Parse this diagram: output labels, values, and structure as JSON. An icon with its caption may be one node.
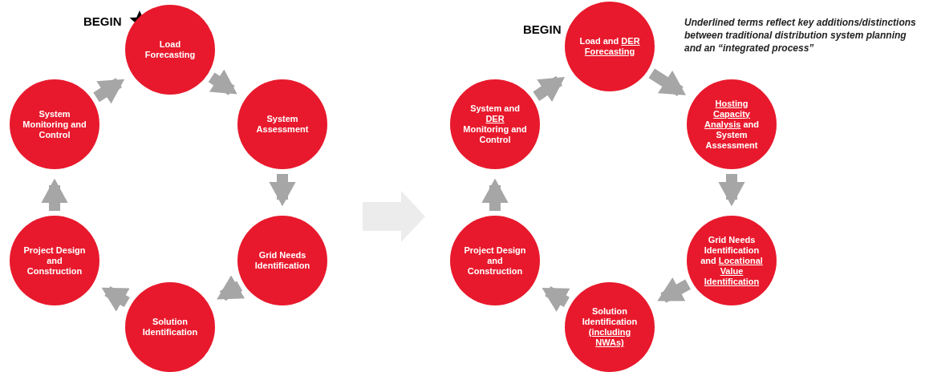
{
  "diagram": {
    "nodes": [
      {
        "text": [
          "Load Forecasting"
        ]
      },
      {
        "text": [
          "System Assessment"
        ]
      },
      {
        "text": [
          "Grid Needs Identification"
        ]
      },
      {
        "text": [
          "Solution Identification"
        ]
      },
      {
        "text": [
          "Project Design and Construction"
        ]
      },
      {
        "text": [
          "System Monitoring and Control"
        ]
      },
      {
        "text": [
          "Load and",
          "DER Forecasting"
        ]
      },
      {
        "text": [
          "Hosting Capacity Analysis",
          "and System Assessment"
        ]
      },
      {
        "text": [
          "Grid Needs Identification and",
          "Locational Value Identification"
        ]
      },
      {
        "text": [
          "Solution Identification",
          "(including NWAs)"
        ]
      },
      {
        "text": [
          "Project Design and Construction"
        ]
      },
      {
        "text": [
          "System and",
          "DER",
          "Monitoring and Control"
        ]
      }
    ],
    "edges": [
      {
        "from": 0,
        "to": 1,
        "arrow": "to"
      },
      {
        "from": 1,
        "to": 2,
        "arrow": "to"
      },
      {
        "from": 2,
        "to": 3,
        "arrow": "to"
      },
      {
        "from": 3,
        "to": 4,
        "arrow": "to"
      },
      {
        "from": 4,
        "to": 5,
        "arrow": "to"
      },
      {
        "from": 5,
        "to": 0,
        "arrow": "to"
      },
      {
        "from": 6,
        "to": 7,
        "arrow": "to"
      },
      {
        "from": 7,
        "to": 8,
        "arrow": "to"
      },
      {
        "from": 8,
        "to": 9,
        "arrow": "to"
      },
      {
        "from": 9,
        "to": 10,
        "arrow": "to"
      },
      {
        "from": 10,
        "to": 11,
        "arrow": "to"
      },
      {
        "from": 11,
        "to": 6,
        "arrow": "to"
      }
    ],
    "labels": [
      "BEGIN",
      "BEGIN",
      "Underlined terms reflect key additions/distinctions between traditional distribution system planning and an “integrated process”"
    ]
  }
}
